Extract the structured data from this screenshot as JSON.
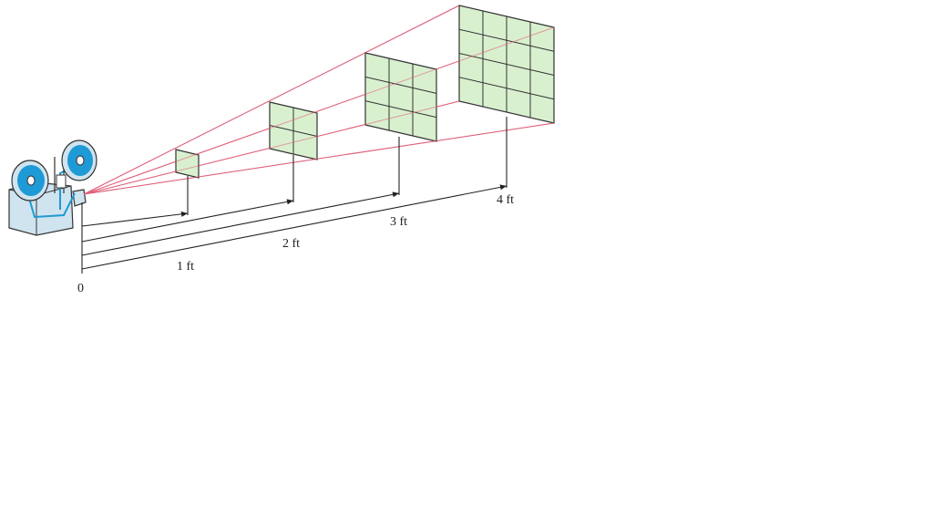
{
  "diagram": {
    "origin_label": "0",
    "distances": [
      {
        "label": "1 ft",
        "feet": 1,
        "grid": 1
      },
      {
        "label": "2 ft",
        "feet": 2,
        "grid": 2
      },
      {
        "label": "3 ft",
        "feet": 3,
        "grid": 3
      },
      {
        "label": "4 ft",
        "feet": 4,
        "grid": 4
      }
    ],
    "colors": {
      "screen_fill": "#d9f0cf",
      "light_ray": "#e0607a",
      "projector_body": "#cfe4ef",
      "projector_reel": "#1e9ad6"
    }
  }
}
